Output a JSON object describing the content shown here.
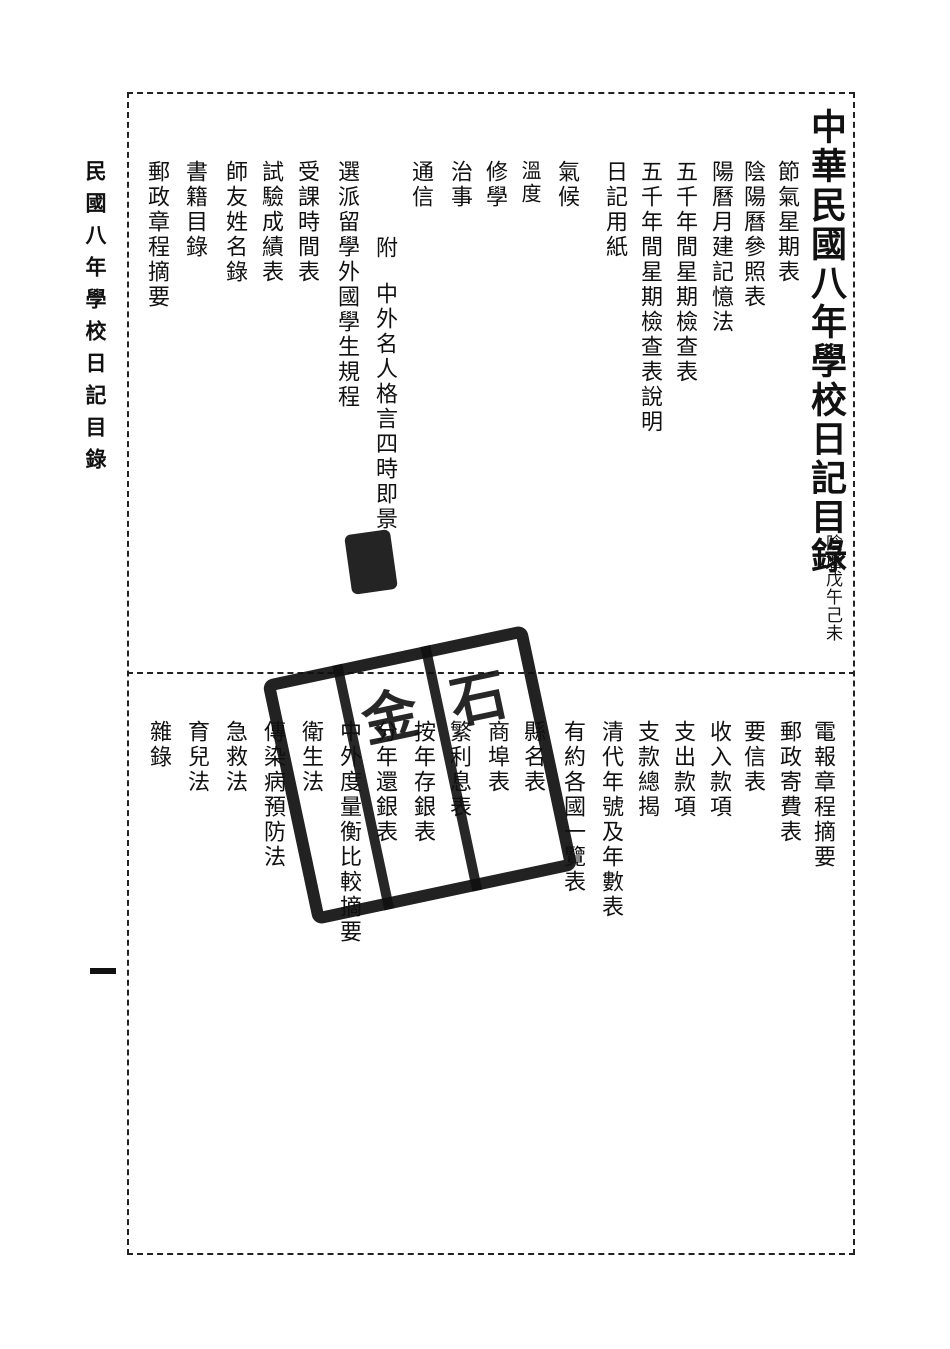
{
  "running_title": "民國八年學校日記目錄",
  "page_number": "一",
  "title": {
    "main": "中華民國八年學校日記目錄",
    "note": "陰曆戊午己未"
  },
  "upper_items": [
    "節氣星期表",
    "陰陽曆參照表",
    "陽曆月建記憶法",
    "五千年間星期檢查表",
    "五千年間星期檢查表說明",
    "日記用紙",
    "氣候",
    "溫度",
    "修學",
    "治事",
    "通信",
    "附",
    "中外名人格言",
    "四時即景",
    "選派留學外國學生規程",
    "受課時間表",
    "試驗成績表",
    "師友姓名錄",
    "書籍目錄",
    "郵政章程摘要"
  ],
  "lower_items": [
    "電報章程摘要",
    "郵政寄費表",
    "要信表",
    "收入款項",
    "支出款項",
    "支款總揭",
    "清代年號及年數表",
    "有約各國一覽表",
    "縣名表",
    "商埠表",
    "繁利息表",
    "按年存銀表",
    "分年還銀表",
    "中外度量衡比較摘要",
    "衛生法",
    "傳染病預防法",
    "急救法",
    "育兒法",
    "雜錄"
  ],
  "seal_text": "金石"
}
